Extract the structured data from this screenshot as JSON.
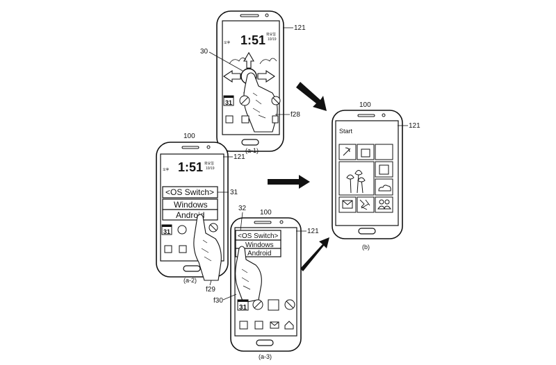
{
  "figure": {
    "device_number": "100",
    "screen_ref": "121",
    "phone_a1": {
      "ampm": "오후",
      "time": "1:51",
      "day": "화요일",
      "date": "10/19",
      "calendar_day": "31",
      "ref_gesture": "30",
      "ref_finger": "f28",
      "caption": "(a-1)"
    },
    "phone_a2": {
      "ampm": "오후",
      "time": "1:51",
      "day": "화요일",
      "date": "10/19",
      "calendar_day": "31",
      "menu_title": "<OS Switch>",
      "menu_options": [
        "Windows",
        "Android"
      ],
      "ref_menu": "31",
      "ref_finger": "f29",
      "caption": "(a-2)"
    },
    "phone_a3": {
      "menu_title": "<OS Switch>",
      "menu_options": [
        "Windows",
        "Android"
      ],
      "calendar_day": "31",
      "ref_menu": "32",
      "ref_finger": "f30",
      "caption": "(a-3)"
    },
    "phone_b": {
      "start_label": "Start",
      "caption": "(b)"
    },
    "icons": [
      "mail-icon",
      "phone-icon",
      "calendar-icon",
      "home-icon",
      "folder-icon",
      "cloud-icon",
      "people-icon",
      "floppy-icon",
      "satellite-icon",
      "tulip-icon",
      "no-entry-icon"
    ]
  }
}
